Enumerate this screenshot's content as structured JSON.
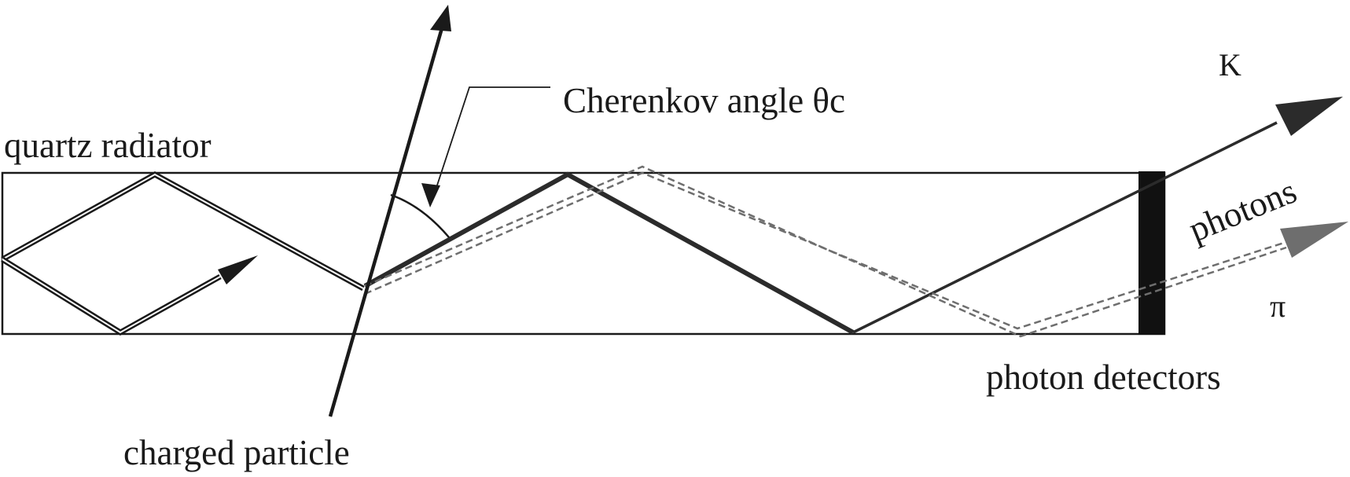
{
  "labels": {
    "quartz_radiator": "quartz radiator",
    "cherenkov_angle": "Cherenkov angle θc",
    "kaon": "K",
    "photons": "photons",
    "pion": "π",
    "photon_detectors": "photon detectors",
    "charged_particle": "charged particle"
  },
  "colors": {
    "line": "#1a1a1a",
    "kaon_path": "#2b2b2b",
    "pion_path": "#6e6e6e",
    "detector": "#111111",
    "background": "#ffffff"
  }
}
